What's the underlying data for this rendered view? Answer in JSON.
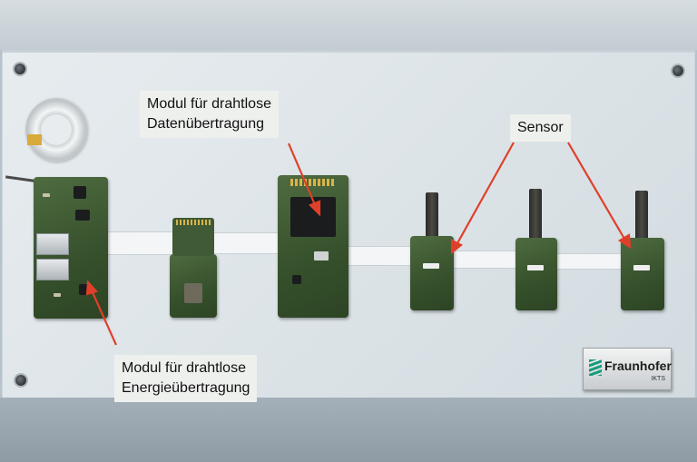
{
  "labels": {
    "data_module": [
      "Modul für drahtlose",
      "Datenübertragung"
    ],
    "sensor": "Sensor",
    "energy_module": [
      "Modul für drahtlose",
      "Energieübertragung"
    ]
  },
  "brand": {
    "name": "Fraunhofer",
    "sub": "IKTS"
  },
  "colors": {
    "arrow": "#e0402a",
    "pcb": "#3e5a33",
    "brand_green": "#179c7d"
  }
}
